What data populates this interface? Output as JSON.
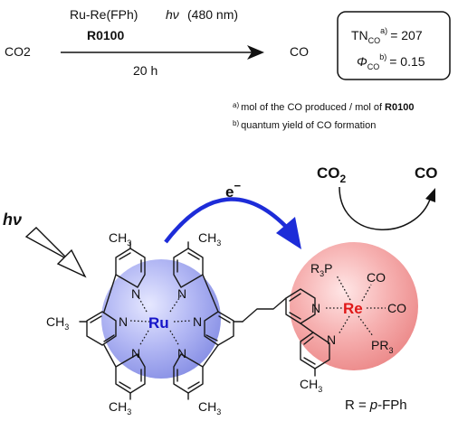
{
  "reaction": {
    "reactant": "CO2",
    "catalyst": "Ru-Re(FPh)",
    "catalyst_code": "R0100",
    "light": "hν",
    "light_wavelength": "(480 nm)",
    "time": "20 h",
    "product": "CO"
  },
  "results": {
    "ton_label": "TN",
    "ton_sub": "CO",
    "ton_sup": "a)",
    "ton_value": "= 207",
    "qy_label": "Φ",
    "qy_sub": "CO",
    "qy_sup": "b)",
    "qy_value": "= 0.15"
  },
  "footnotes": {
    "a_marker": "a)",
    "a_text": "mol of the CO produced / mol of",
    "a_bold": "R0100",
    "b_marker": "b)",
    "b_text": "quantum yield of CO formation"
  },
  "scheme": {
    "hv": "hν",
    "electron": "e",
    "electron_charge": "−",
    "co2": "CO",
    "co2_sub": "2",
    "co": "CO",
    "ru": "Ru",
    "re": "Re",
    "n": "N",
    "ch3": "CH",
    "ch3_sub": "3",
    "p": "P",
    "r3": "R",
    "r3_sub": "3",
    "pr": "PR",
    "ligand_co": "CO",
    "r_def_prefix": "R =",
    "r_def_italic": "p",
    "r_def_suffix": "-FPh"
  },
  "colors": {
    "ru_sphere": "#9ea6ee",
    "re_sphere": "#f0a0a0",
    "ru_text": "#1515c8",
    "re_text": "#e01818",
    "electron_arrow": "#1d2cd8"
  }
}
